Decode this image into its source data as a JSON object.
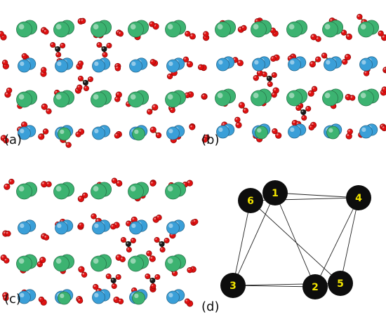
{
  "panels": [
    {
      "id": "a",
      "label": "(a)"
    },
    {
      "id": "b",
      "label": "(b)"
    },
    {
      "id": "c",
      "label": "(c)"
    },
    {
      "id": "d",
      "label": "(d)"
    }
  ],
  "atom_colors": {
    "green": "#3cb371",
    "blue": "#3a9fd8",
    "red": "#e01010",
    "black": "#1a1a1a",
    "bond": "#8a6a3a"
  },
  "graph": {
    "node_fill": "#0d0d0d",
    "label_color": "#f2e400",
    "nodes": [
      {
        "id": "1",
        "label": "1"
      },
      {
        "id": "2",
        "label": "2"
      },
      {
        "id": "3",
        "label": "3"
      },
      {
        "id": "4",
        "label": "4"
      },
      {
        "id": "5",
        "label": "5"
      },
      {
        "id": "6",
        "label": "6"
      }
    ],
    "edges": [
      [
        "1",
        "4"
      ],
      [
        "1",
        "3"
      ],
      [
        "1",
        "2"
      ],
      [
        "6",
        "4"
      ],
      [
        "6",
        "3"
      ],
      [
        "6",
        "5"
      ],
      [
        "3",
        "2"
      ],
      [
        "3",
        "5"
      ],
      [
        "4",
        "2"
      ],
      [
        "4",
        "5"
      ]
    ]
  }
}
